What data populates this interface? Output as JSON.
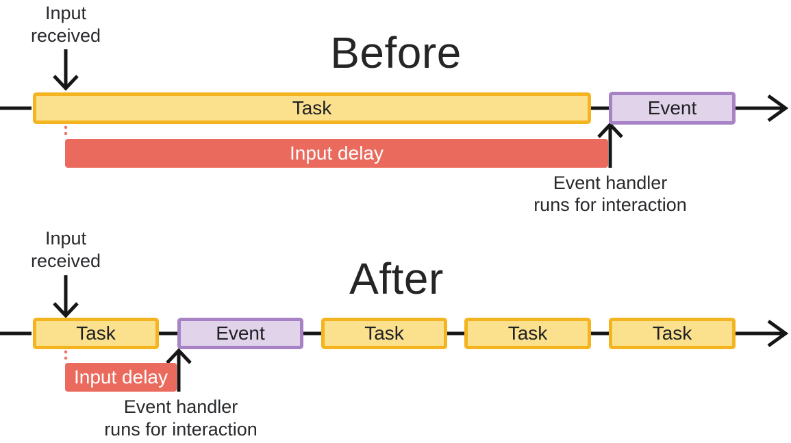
{
  "diagram": {
    "colors": {
      "task_fill": "#FBE18E",
      "task_border": "#F3B41F",
      "event_fill": "#E0D3EA",
      "event_border": "#A783C6",
      "delay_fill": "#EA6B5E",
      "delay_text": "#FFFFFF",
      "line": "#161616",
      "text": "#202124"
    },
    "before": {
      "title": "Before",
      "input_label_line1": "Input",
      "input_label_line2": "received",
      "task_label": "Task",
      "event_label": "Event",
      "delay_label": "Input delay",
      "handler_label_line1": "Event handler",
      "handler_label_line2": "runs for interaction"
    },
    "after": {
      "title": "After",
      "input_label_line1": "Input",
      "input_label_line2": "received",
      "task_labels": [
        "Task",
        "Task",
        "Task",
        "Task"
      ],
      "event_label": "Event",
      "delay_label": "Input delay",
      "handler_label_line1": "Event handler",
      "handler_label_line2": "runs for interaction"
    }
  }
}
